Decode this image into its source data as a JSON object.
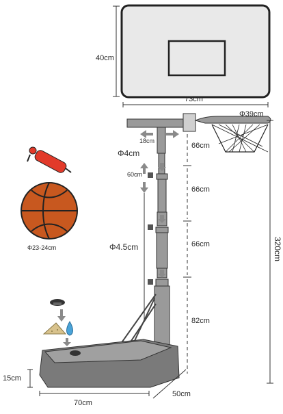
{
  "dimensions": {
    "board_height": "40cm",
    "board_width": "73cm",
    "rim_diameter": "Φ39cm",
    "arm_extension": "18cm",
    "upper_pole_diameter": "Φ4cm",
    "height_adjust": "60cm",
    "section_1": "66cm",
    "section_2": "66cm",
    "section_3": "66cm",
    "lower_pole_diameter": "Φ4.5cm",
    "base_pole": "82cm",
    "total_height": "320cm",
    "ball_diameter": "Φ23-24cm",
    "base_height": "15cm",
    "base_length": "70cm",
    "base_width": "50cm"
  },
  "colors": {
    "board_fill": "#e8e8e8",
    "pole": "#9a9a9a",
    "base": "#7a7a7a",
    "ball": "#c8581f",
    "pump": "#e23a2a",
    "water": "#4aa3d8",
    "sand": "#d8c28c",
    "arrow": "#8a8a8a"
  },
  "icons": [
    "pump-icon",
    "basketball-icon",
    "sand-icon",
    "water-drop-icon",
    "fill-cap-icon"
  ]
}
